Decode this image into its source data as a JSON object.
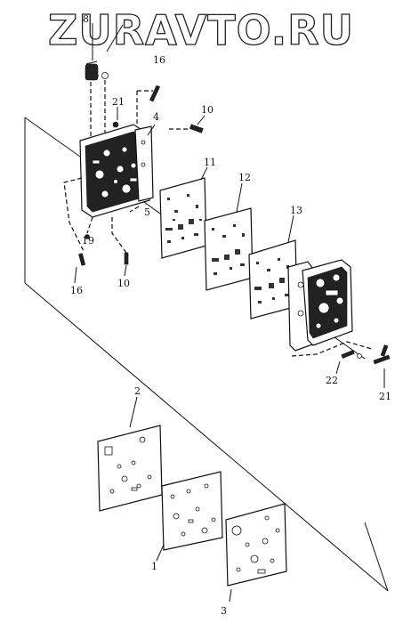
{
  "watermark": "ZURAVTO.RU",
  "callouts": {
    "c8": "8",
    "c16a": "16",
    "c21a": "21",
    "c4": "4",
    "c10a": "10",
    "c11": "11",
    "c12": "12",
    "c13": "13",
    "c5": "5",
    "c19": "19",
    "c16b": "16",
    "c10b": "10",
    "c22": "22",
    "c21b": "21",
    "c2": "2",
    "c1": "1",
    "c3": "3"
  }
}
